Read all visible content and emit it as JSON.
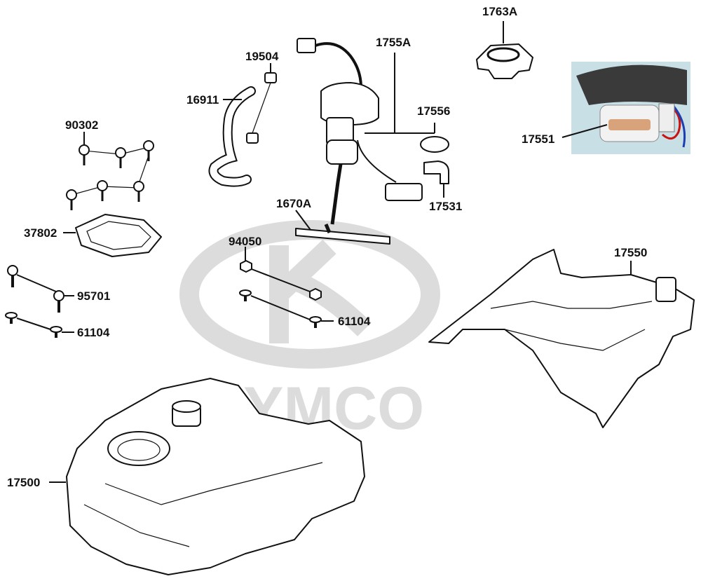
{
  "watermark": {
    "text": "KYMCO"
  },
  "colors": {
    "ink": "#111111",
    "watermark": "#dcdcdc",
    "photo_bg": "#c9dfe6",
    "wire_red": "#cc1111",
    "wire_blue": "#1b3fb0"
  },
  "labels": {
    "p1763A": "1763A",
    "p1755A": "1755A",
    "p19504": "19504",
    "p16911": "16911",
    "p17556": "17556",
    "p17551": "17551",
    "p90302": "90302",
    "p17531": "17531",
    "p1670A": "1670A",
    "p37802": "37802",
    "p94050": "94050",
    "p17550": "17550",
    "p95701": "95701",
    "p61104a": "61104",
    "p61104b": "61104",
    "p17500": "17500"
  }
}
